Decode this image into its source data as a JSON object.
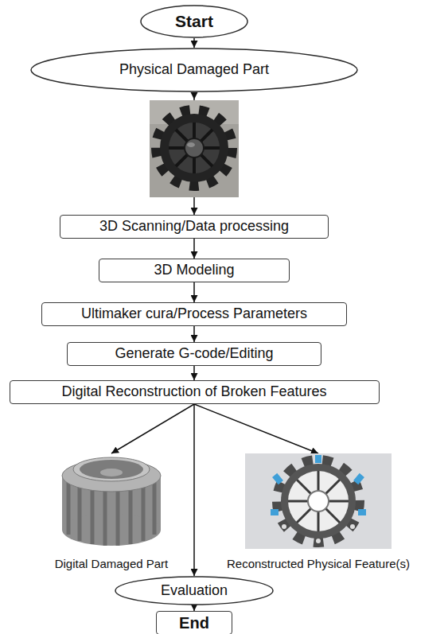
{
  "diagram": {
    "nodes": [
      {
        "text": [
          "Start"
        ]
      },
      {
        "text": [
          "Physical Damaged Part"
        ]
      },
      {
        "text": [
          "3D Scanning/Data processing"
        ]
      },
      {
        "text": [
          "3D Modeling"
        ]
      },
      {
        "text": [
          "Ultimaker cura/Process Parameters"
        ]
      },
      {
        "text": [
          "Generate G-code/Editing"
        ]
      },
      {
        "text": [
          "Digital Reconstruction of Broken Features"
        ]
      },
      {
        "text": [
          "Digital Damaged Part"
        ]
      },
      {
        "text": [
          "Reconstructed Physical Feature(s)"
        ]
      },
      {
        "text": [
          "Evaluation"
        ]
      },
      {
        "text": [
          "End"
        ]
      }
    ],
    "edges": [
      {
        "from": 0,
        "to": 1,
        "arrow": "to"
      },
      {
        "from": 1,
        "to": 2,
        "arrow": "to"
      },
      {
        "from": 2,
        "to": 3,
        "arrow": "to"
      },
      {
        "from": 3,
        "to": 4,
        "arrow": "to"
      },
      {
        "from": 4,
        "to": 5,
        "arrow": "to"
      },
      {
        "from": 5,
        "to": 6,
        "arrow": "to"
      },
      {
        "from": 6,
        "to": 7,
        "arrow": "to"
      },
      {
        "from": 6,
        "to": 9,
        "arrow": "to"
      },
      {
        "from": 6,
        "to": 8,
        "arrow": "to"
      },
      {
        "from": 9,
        "to": 10,
        "arrow": "to"
      }
    ]
  }
}
